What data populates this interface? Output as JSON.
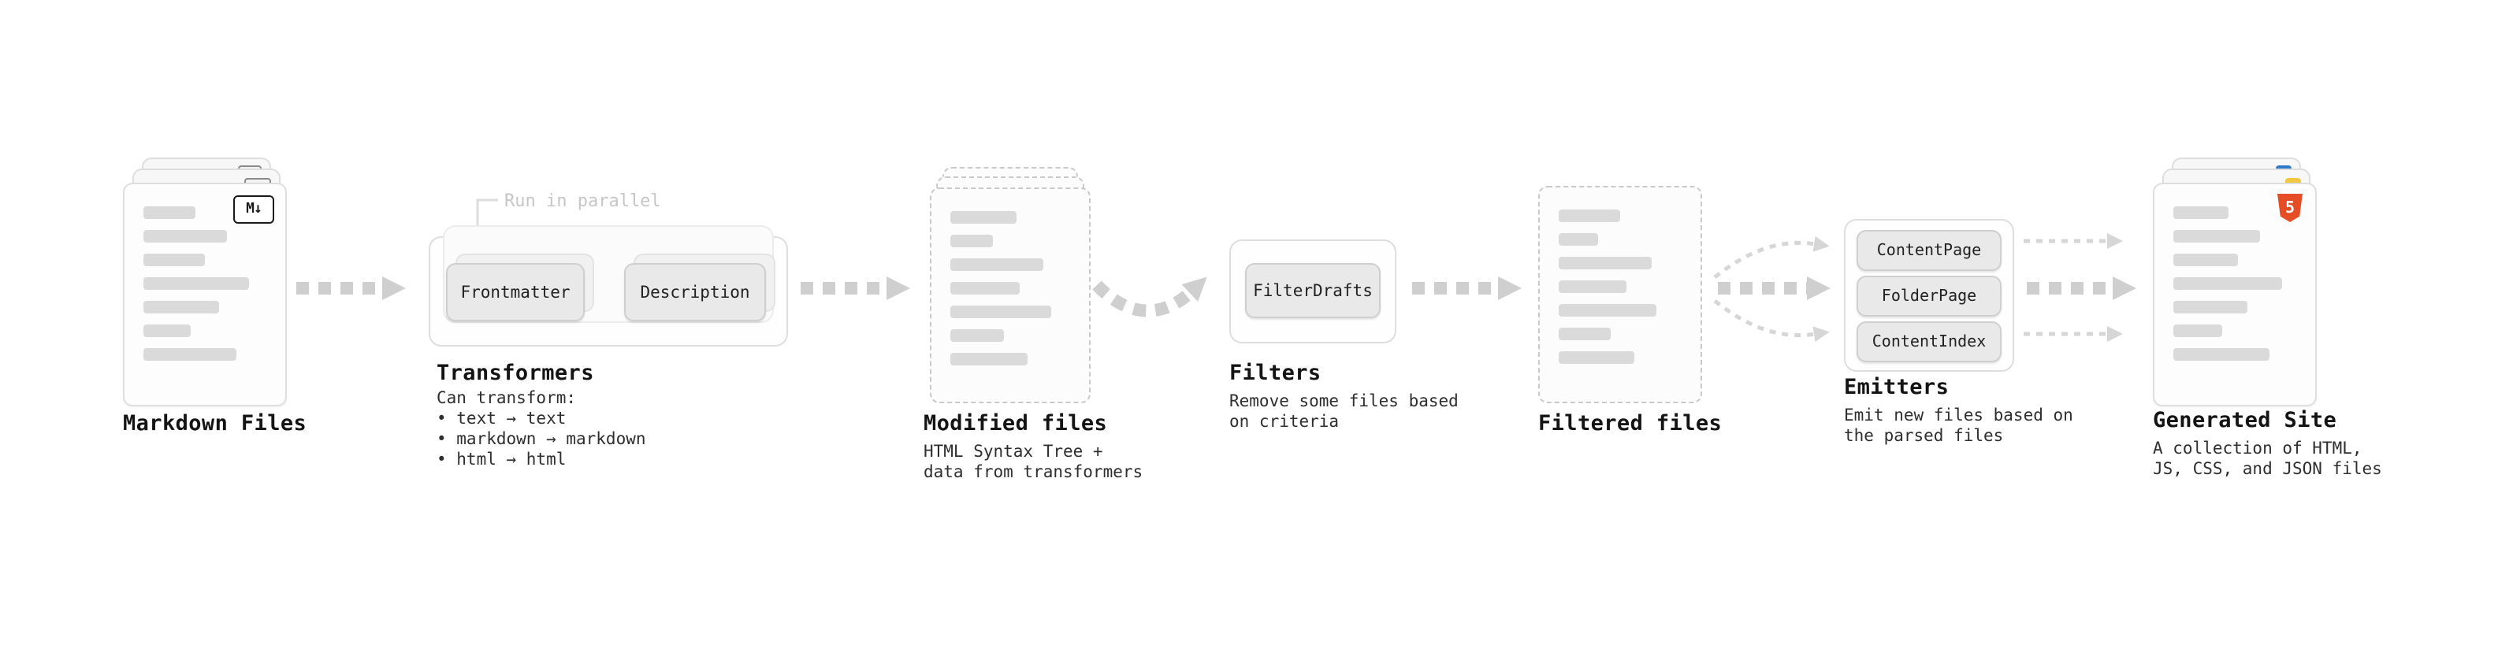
{
  "colors": {
    "arrow": "#cfcfcf",
    "thin_arrow": "#d6d6d6",
    "bar": "#dadada",
    "html5_badge": "#e44d26",
    "json_badge": "#3178c6",
    "js_badge": "#f2c744"
  },
  "stages": {
    "markdown_files": {
      "label": "Markdown Files",
      "badge": "M↓"
    },
    "transformers": {
      "label": "Transformers",
      "annotation": "Run in parallel",
      "node1": "Frontmatter",
      "node2": "Description",
      "description": "Can transform:\n • text → text\n • markdown → markdown\n • html → html"
    },
    "modified_files": {
      "label": "Modified files",
      "description": "HTML Syntax Tree +\ndata from transformers"
    },
    "filters": {
      "label": "Filters",
      "node1": "FilterDrafts",
      "description": "Remove some files based\non criteria"
    },
    "filtered_files": {
      "label": "Filtered files"
    },
    "emitters": {
      "label": "Emitters",
      "node1": "ContentPage",
      "node2": "FolderPage",
      "node3": "ContentIndex",
      "description": "Emit new files based on\nthe parsed files"
    },
    "generated_site": {
      "label": "Generated Site",
      "badge": "5",
      "description": "A collection of HTML,\nJS, CSS, and JSON files"
    }
  }
}
